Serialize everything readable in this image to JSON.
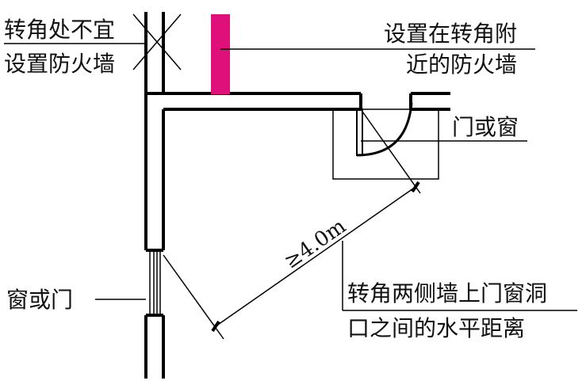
{
  "labels": {
    "corner_no_wall": [
      "转角处不宜",
      "设置防火墙"
    ],
    "wall_near_corner": [
      "设置在转角附",
      "近的防火墙"
    ],
    "door_or_window": "门或窗",
    "window_or_door": "窗或门",
    "distance_note": [
      "转角两侧墙上门窗洞",
      "口之间的水平距离"
    ],
    "dimension": "≥4.0m"
  },
  "colors": {
    "line": "#000000",
    "firewall": "#e0107a"
  }
}
